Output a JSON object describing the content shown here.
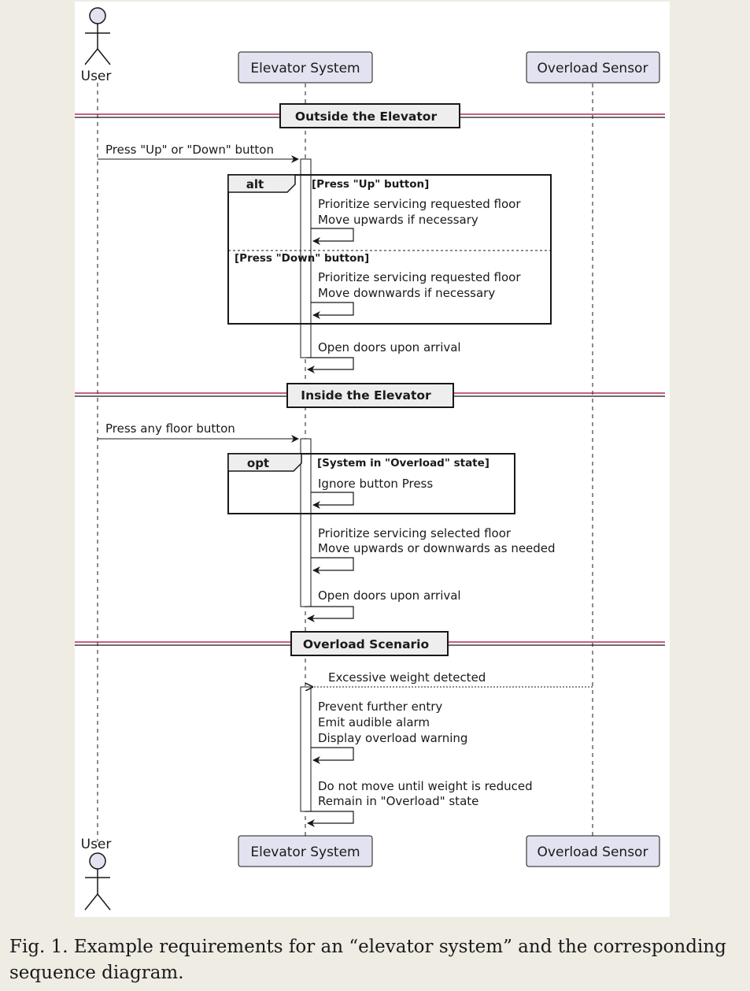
{
  "participants": {
    "user": "User",
    "elevator": "Elevator System",
    "sensor": "Overload Sensor"
  },
  "dividers": [
    "Outside the Elevator",
    "Inside the Elevator",
    "Overload Scenario"
  ],
  "messages": {
    "press_up_down": "Press \"Up\" or \"Down\" button",
    "alt_up_1": "Prioritize servicing requested floor",
    "alt_up_2": "Move upwards if necessary",
    "alt_down_1": "Prioritize servicing requested floor",
    "alt_down_2": "Move downwards if necessary",
    "open_doors_1": "Open doors upon arrival",
    "press_floor": "Press any floor button",
    "ignore_press": "Ignore button Press",
    "prioritize_selected": "Prioritize servicing selected floor",
    "move_as_needed": "Move upwards or downwards as needed",
    "open_doors_2": "Open doors upon arrival",
    "excessive_weight": "Excessive weight detected",
    "prevent_entry": "Prevent further entry",
    "emit_alarm": "Emit audible alarm",
    "display_warning": "Display overload warning",
    "do_not_move": "Do not move until weight is reduced",
    "remain_overload": "Remain in \"Overload\" state"
  },
  "frames": {
    "alt": {
      "tag": "alt",
      "guard_up": "[Press \"Up\" button]",
      "guard_down": "[Press \"Down\" button]"
    },
    "opt": {
      "tag": "opt",
      "guard": "[System in \"Overload\" state]"
    }
  },
  "caption": "Fig. 1.  Example requirements for an “elevator system” and the corresponding sequence diagram.",
  "colors": {
    "page_background": "#efece4",
    "participant_fill": "#e2e2f0",
    "participant_stroke": "#181818",
    "divider_line": "#a80036",
    "divider_fill": "#eeeeee",
    "actor_fill": "#e2e2f0"
  }
}
